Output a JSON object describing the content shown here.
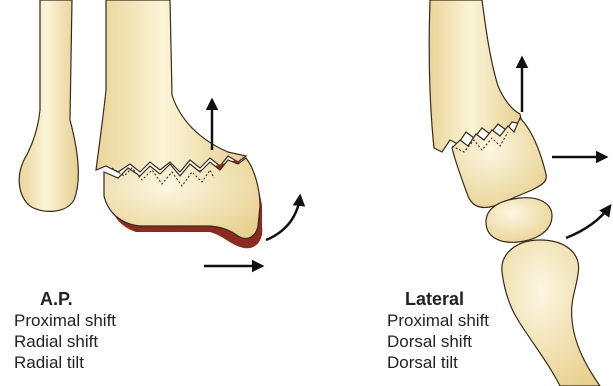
{
  "views": [
    {
      "title": "A.P.",
      "lines": [
        "Proximal shift",
        "Radial shift",
        "Radial tilt"
      ]
    },
    {
      "title": "Lateral",
      "lines": [
        "Proximal shift",
        "Dorsal shift",
        "Dorsal tilt"
      ]
    }
  ],
  "colors": {
    "bone_fill": "#f3e6b4",
    "bone_highlight": "#fbf6df",
    "bone_outline": "#3a2a1a",
    "cortex_red": "#8b2a1e",
    "arrow": "#111111",
    "text": "#222222"
  },
  "icons": [
    "arrow-up-icon",
    "arrow-right-icon",
    "arrow-curved-icon"
  ]
}
